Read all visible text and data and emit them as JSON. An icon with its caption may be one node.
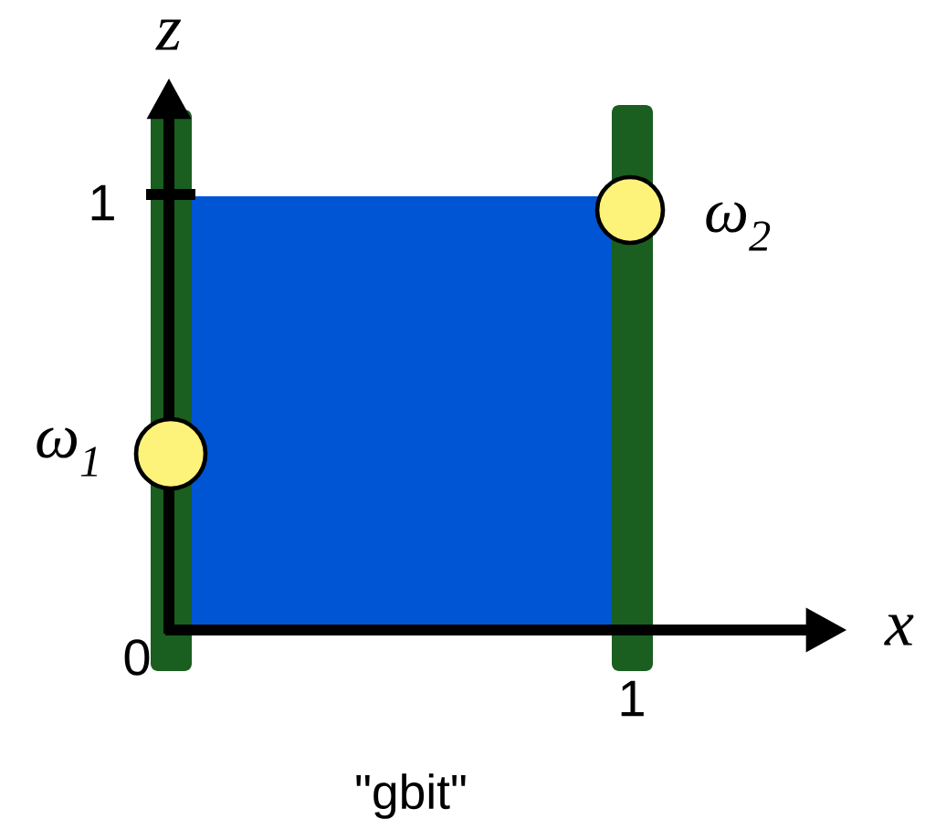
{
  "diagram": {
    "caption": "\"gbit\"",
    "nodes": [
      {
        "text": [],
        "shape": "circle",
        "beside": [
          "ω$_{1}$"
        ]
      },
      {
        "text": [],
        "shape": "circle",
        "beside": [
          "ω$_{2}$"
        ]
      }
    ],
    "labels": [
      "z",
      "1",
      "0",
      "x",
      "1"
    ]
  }
}
